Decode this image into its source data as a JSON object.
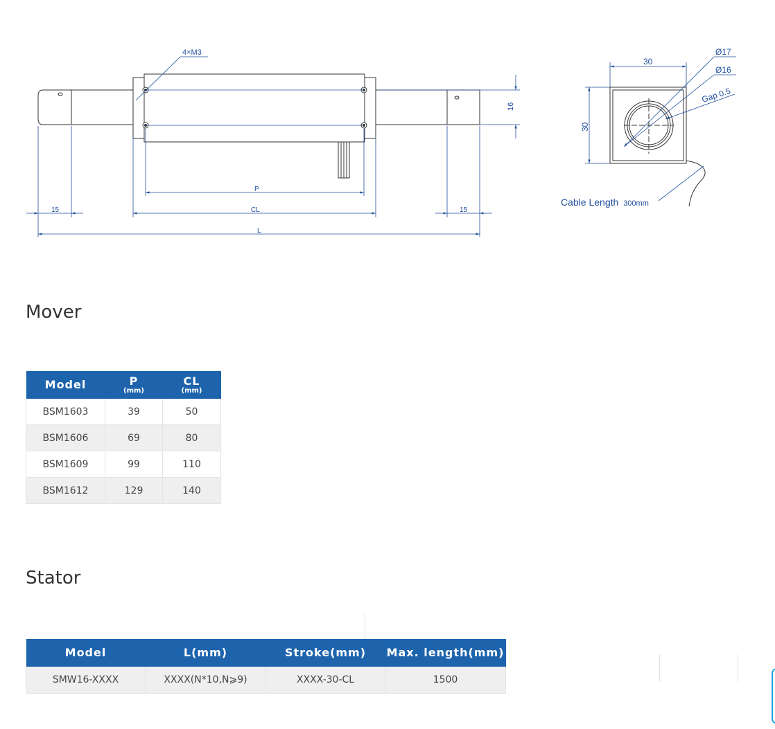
{
  "drawing": {
    "labels": {
      "holes": "4×M3",
      "height_16": "16",
      "p": "P",
      "cl": "CL",
      "l": "L",
      "end_left": "15",
      "end_right": "15",
      "width_30": "30",
      "height_30": "30",
      "dia_17": "Ø17",
      "dia_16": "Ø16",
      "gap": "Gap 0.5",
      "cable_label": "Cable Length",
      "cable_value": "300mm"
    },
    "colors": {
      "dimension": "#1f4e9c",
      "outline": "#333333"
    }
  },
  "mover": {
    "title": "Mover",
    "columns": [
      {
        "label": "Model",
        "unit": ""
      },
      {
        "label": "P",
        "unit": "(mm)"
      },
      {
        "label": "CL",
        "unit": "(mm)"
      }
    ],
    "rows": [
      [
        "BSM1603",
        "39",
        "50"
      ],
      [
        "BSM1606",
        "69",
        "80"
      ],
      [
        "BSM1609",
        "99",
        "110"
      ],
      [
        "BSM1612",
        "129",
        "140"
      ]
    ]
  },
  "stator": {
    "title": "Stator",
    "columns": [
      "Model",
      "L(mm)",
      "Stroke(mm)",
      "Max. length(mm)"
    ],
    "rows": [
      [
        "SMW16-XXXX",
        "XXXX(N*10,N⩾9)",
        "XXXX-30-CL",
        "1500"
      ]
    ]
  },
  "colors": {
    "header_bg": "#1e64ad",
    "alt_row": "#efefef",
    "accent": "#1ea0e0"
  }
}
